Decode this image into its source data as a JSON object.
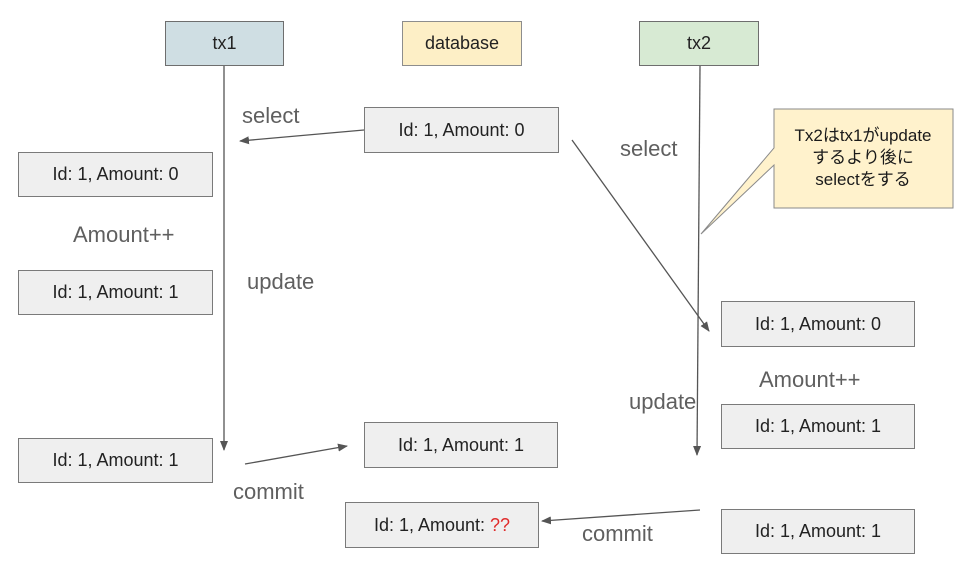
{
  "lanes": {
    "tx1": "tx1",
    "database": "database",
    "tx2": "tx2"
  },
  "records": {
    "db_initial": "Id: 1, Amount: 0",
    "tx1_read": "Id: 1, Amount: 0",
    "tx1_incremented": "Id: 1, Amount: 1",
    "tx1_commit_value": "Id: 1, Amount: 1",
    "db_after_tx1_commit": "Id: 1, Amount: 1",
    "tx2_read": "Id: 1, Amount: 0",
    "tx2_incremented": "Id: 1, Amount: 1",
    "tx2_commit_value": "Id: 1, Amount: 1",
    "db_final_prefix": "Id: 1, Amount: ",
    "db_final_unknown": "??"
  },
  "steps": {
    "tx1_select": "select",
    "tx1_increment": "Amount++",
    "tx1_update": "update",
    "tx1_commit": "commit",
    "tx2_select": "select",
    "tx2_increment": "Amount++",
    "tx2_update": "update",
    "tx2_commit": "commit"
  },
  "callout": {
    "text": "Tx2はtx1がupdate\nするより後に\nselectをする"
  },
  "colors": {
    "tx1_header": "#cfdee3",
    "database_header": "#fdefc6",
    "tx2_header": "#d7ead3",
    "record_box": "#efefef",
    "callout_fill": "#fff2cc",
    "unknown_value": "#e02b2b",
    "arrow": "#555555"
  }
}
